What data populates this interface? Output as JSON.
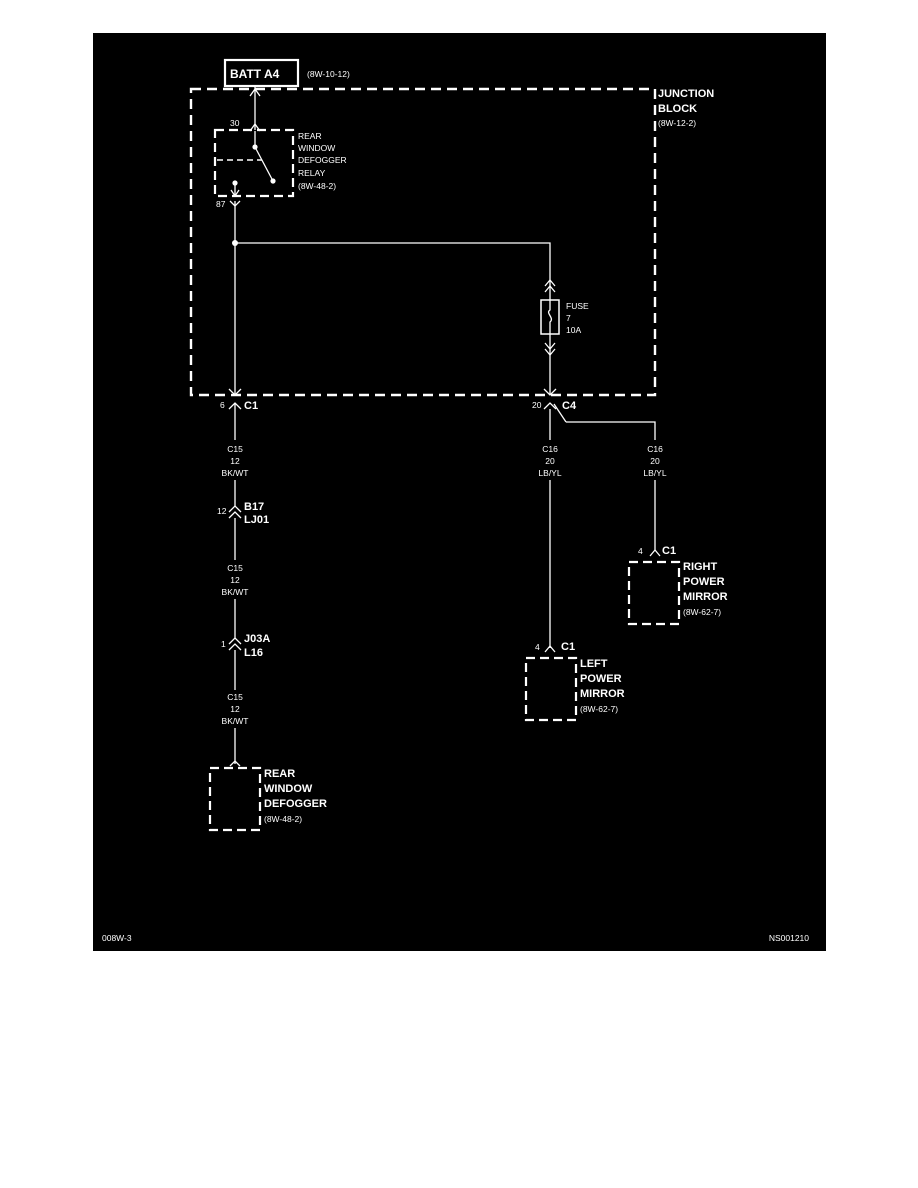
{
  "colors": {
    "background": "#000000",
    "line": "#ffffff",
    "page": "#ffffff"
  },
  "batt": {
    "label": "BATT A4",
    "ref": "(8W-10-12)"
  },
  "junction": {
    "line1": "JUNCTION",
    "line2": "BLOCK",
    "ref": "(8W-12-2)"
  },
  "relay": {
    "line1": "REAR",
    "line2": "WINDOW",
    "line3": "DEFOGGER",
    "line4": "RELAY",
    "ref": "(8W-48-2)",
    "pin_top": "30",
    "pin_bottom": "87"
  },
  "fuse": {
    "label": "FUSE",
    "number": "7",
    "rating": "10A"
  },
  "c1_left": {
    "pin": "6",
    "name": "C1"
  },
  "c4": {
    "pin": "20",
    "name": "C4"
  },
  "wire_c15_a": {
    "circuit": "C15",
    "gauge": "12",
    "color": "BK/WT"
  },
  "wire_c15_b": {
    "circuit": "C15",
    "gauge": "12",
    "color": "BK/WT"
  },
  "wire_c15_c": {
    "circuit": "C15",
    "gauge": "12",
    "color": "BK/WT"
  },
  "wire_c16_left": {
    "circuit": "C16",
    "gauge": "20",
    "color": "LB/YL"
  },
  "wire_c16_right": {
    "circuit": "C16",
    "gauge": "20",
    "color": "LB/YL"
  },
  "b17": {
    "pin": "12",
    "name": "B17",
    "sub": "LJ01"
  },
  "j03a": {
    "pin": "1",
    "name": "J03A",
    "sub": "L16"
  },
  "right_mirror": {
    "pin": "4",
    "conn": "C1",
    "line1": "RIGHT",
    "line2": "POWER",
    "line3": "MIRROR",
    "ref": "(8W-62-7)"
  },
  "left_mirror": {
    "pin": "4",
    "conn": "C1",
    "line1": "LEFT",
    "line2": "POWER",
    "line3": "MIRROR",
    "ref": "(8W-62-7)"
  },
  "defogger": {
    "line1": "REAR",
    "line2": "WINDOW",
    "line3": "DEFOGGER",
    "ref": "(8W-48-2)"
  },
  "footer": {
    "left": "008W-3",
    "right": "NS001210"
  }
}
